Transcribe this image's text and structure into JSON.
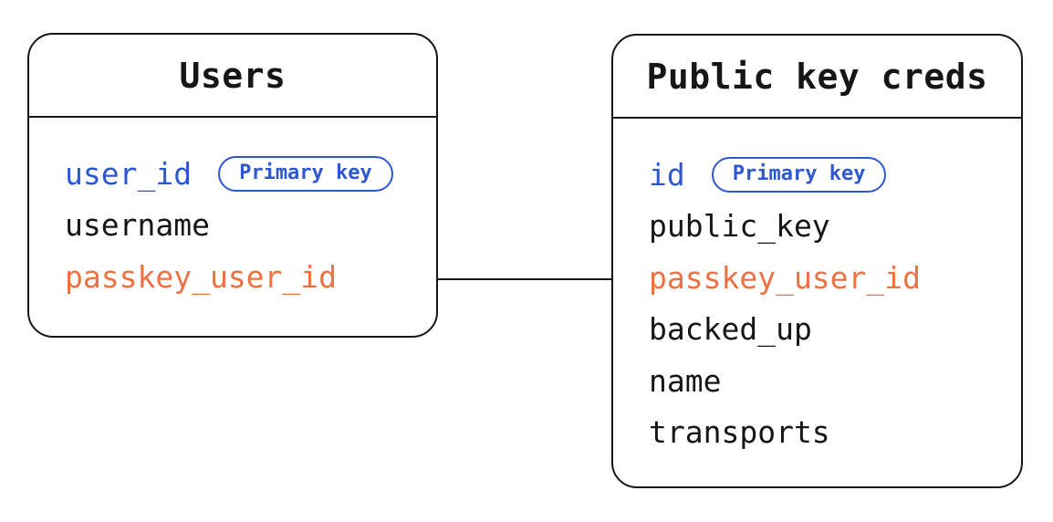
{
  "colors": {
    "primary_blue": "#2d57d0",
    "accent_orange": "#ed7142",
    "line_ink": "#161616",
    "background": "#ffffff"
  },
  "tables": [
    {
      "title": "Users",
      "fields": [
        {
          "name": "user_id",
          "color": "blue",
          "badge": "Primary key"
        },
        {
          "name": "username",
          "color": "default"
        },
        {
          "name": "passkey_user_id",
          "color": "orange"
        }
      ]
    },
    {
      "title": "Public key creds",
      "fields": [
        {
          "name": "id",
          "color": "blue",
          "badge": "Primary key"
        },
        {
          "name": "public_key",
          "color": "default"
        },
        {
          "name": "passkey_user_id",
          "color": "orange"
        },
        {
          "name": "backed_up",
          "color": "default"
        },
        {
          "name": "name",
          "color": "default"
        },
        {
          "name": "transports",
          "color": "default"
        }
      ]
    }
  ],
  "relationship": {
    "from_table": "Users",
    "from_field": "passkey_user_id",
    "to_table": "Public key creds",
    "to_field": "passkey_user_id"
  }
}
